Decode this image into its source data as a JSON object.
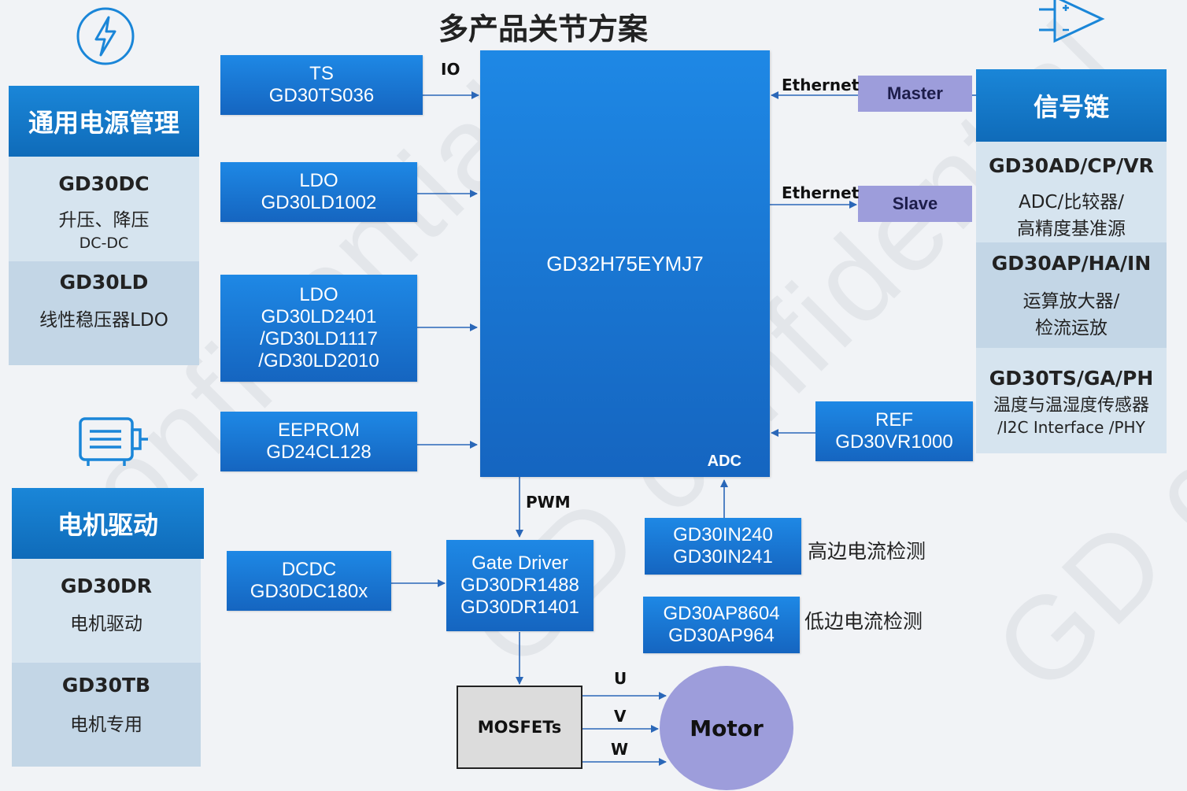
{
  "title": "多产品关节方案",
  "watermark": [
    "confidential",
    "GD confidential",
    "GD co"
  ],
  "left_power": {
    "header": "通用电源管理",
    "items": [
      {
        "name": "GD30DC",
        "desc": "升压、降压",
        "sub": "DC-DC"
      },
      {
        "name": "GD30LD",
        "desc": "线性稳压器LDO"
      }
    ]
  },
  "left_motor": {
    "header": "电机驱动",
    "items": [
      {
        "name": "GD30DR",
        "desc": "电机驱动"
      },
      {
        "name": "GD30TB",
        "desc": "电机专用"
      }
    ]
  },
  "right_signal": {
    "header": "信号链",
    "items": [
      {
        "name": "GD30AD/CP/VR",
        "desc": [
          "ADC/比较器/",
          "高精度基准源"
        ]
      },
      {
        "name": "GD30AP/HA/IN",
        "desc": [
          "运算放大器/",
          "检流运放"
        ]
      },
      {
        "name": "GD30TS/GA/PH",
        "desc": [
          "温度与温湿度传感器",
          "/I2C Interface /PHY"
        ]
      }
    ]
  },
  "blocks": {
    "ts": [
      "TS",
      "GD30TS036"
    ],
    "ldo1": [
      "LDO",
      "GD30LD1002"
    ],
    "ldo2": [
      "LDO",
      "GD30LD2401",
      "/GD30LD1117",
      "/GD30LD2010"
    ],
    "eeprom": [
      "EEPROM",
      "GD24CL128"
    ],
    "dcdc": [
      "DCDC",
      "GD30DC180x"
    ],
    "gate": [
      "Gate Driver",
      "GD30DR1488",
      "GD30DR1401"
    ],
    "ref": [
      "REF",
      "GD30VR1000"
    ],
    "hs": [
      "GD30IN240",
      "GD30IN241"
    ],
    "ls": [
      "GD30AP8604",
      "GD30AP964"
    ]
  },
  "mcu": {
    "name": "GD32H75EYMJ7",
    "adc": "ADC"
  },
  "master": "Master",
  "slave": "Slave",
  "labels": {
    "io": "IO",
    "eth1": "Ethernet",
    "eth2": "Ethernet",
    "pwm": "PWM",
    "u": "U",
    "v": "V",
    "w": "W",
    "high_side": "高边电流检测",
    "low_side": "低边电流检测"
  },
  "mosfets": "MOSFETs",
  "motor": "Motor",
  "icons": [
    "lightning-icon",
    "motor-icon",
    "amplifier-icon"
  ],
  "colors": {
    "block_blue": "#1565c0",
    "accent_purple": "#9d9ddb",
    "panel_light": "#d6e4ef"
  }
}
